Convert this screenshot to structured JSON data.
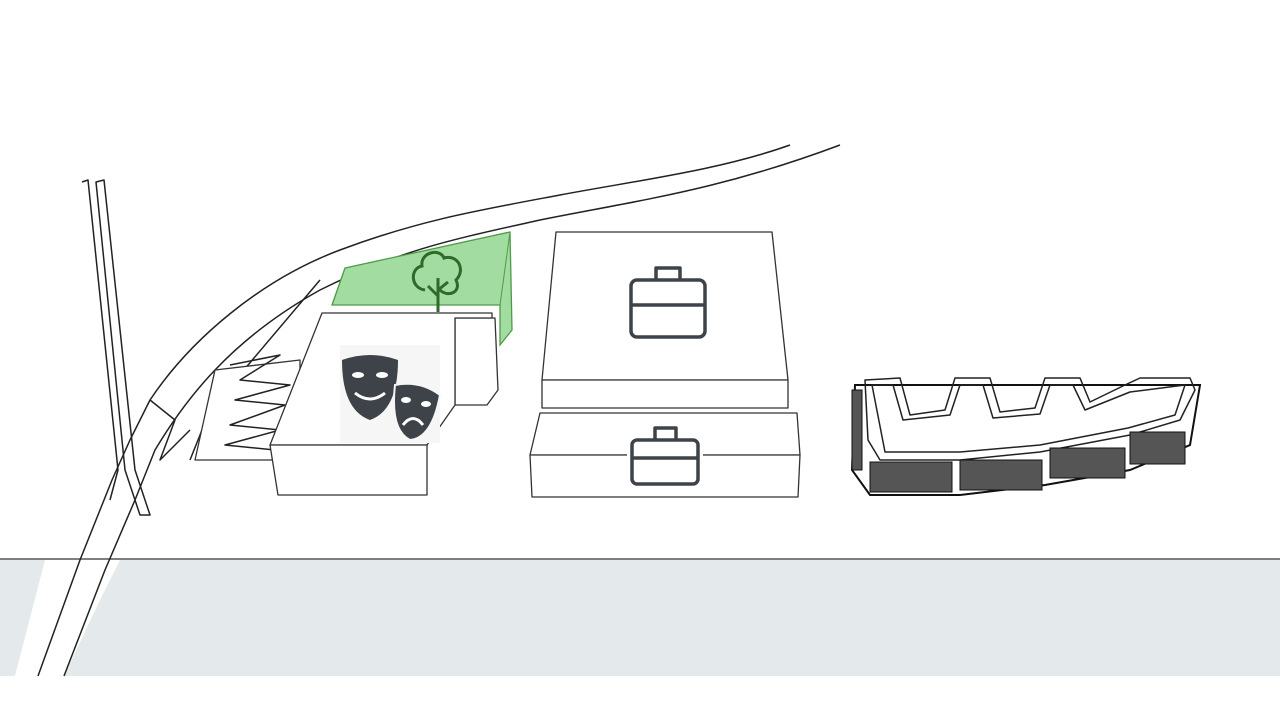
{
  "scene": {
    "water_color": "#e4e9eb",
    "park_color": "#a3dca0",
    "park_stroke": "#4f9a4a",
    "icon_color": "#3d4348",
    "tree_color": "#2e6b2a"
  },
  "buildings": [
    {
      "type": "park",
      "icon": "tree-icon"
    },
    {
      "type": "theater",
      "icon": "theater-masks-icon"
    },
    {
      "type": "office",
      "icon": "briefcase-icon"
    },
    {
      "type": "office",
      "icon": "briefcase-icon"
    },
    {
      "type": "stadium",
      "icon": "none"
    }
  ]
}
